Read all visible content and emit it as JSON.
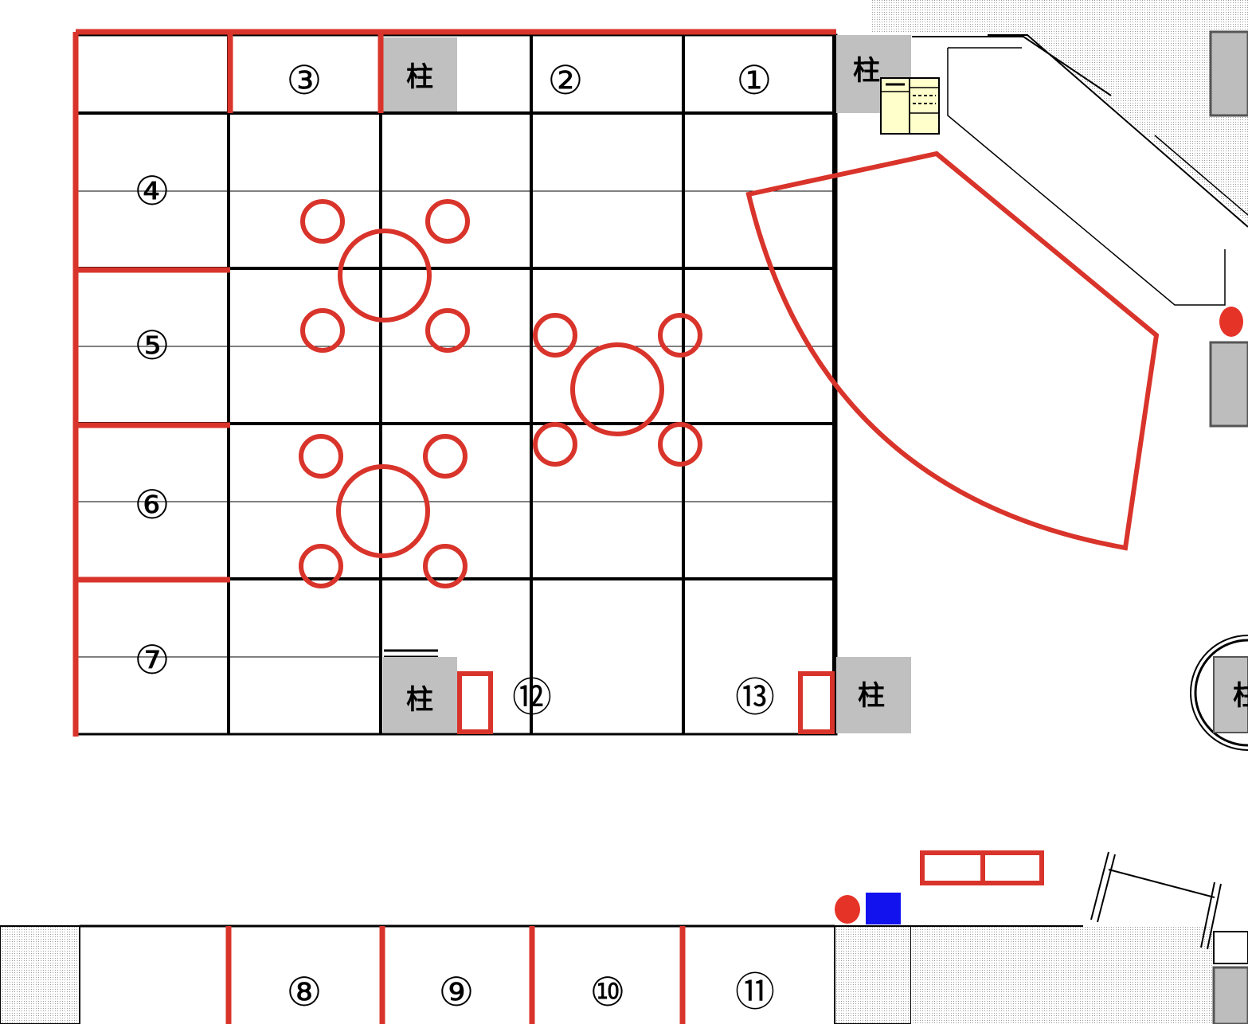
{
  "booths": {
    "b1": "①",
    "b2": "②",
    "b3": "③",
    "b4": "④",
    "b5": "⑤",
    "b6": "⑥",
    "b7": "⑦",
    "b8": "⑧",
    "b9": "⑨",
    "b10": "⑩",
    "b11": "⑪",
    "b12": "⑫",
    "b13": "⑬"
  },
  "pillars": {
    "p1": "柱",
    "p2": "柱",
    "p3": "柱",
    "p4": "柱",
    "p5": "柱"
  },
  "colors": {
    "partition": "#d9342b",
    "grid": "#000000",
    "pillar": "#c0c0c0",
    "marker_red": "#e63328",
    "marker_blue": "#1212ee",
    "cabinet": "#ffffcc"
  }
}
